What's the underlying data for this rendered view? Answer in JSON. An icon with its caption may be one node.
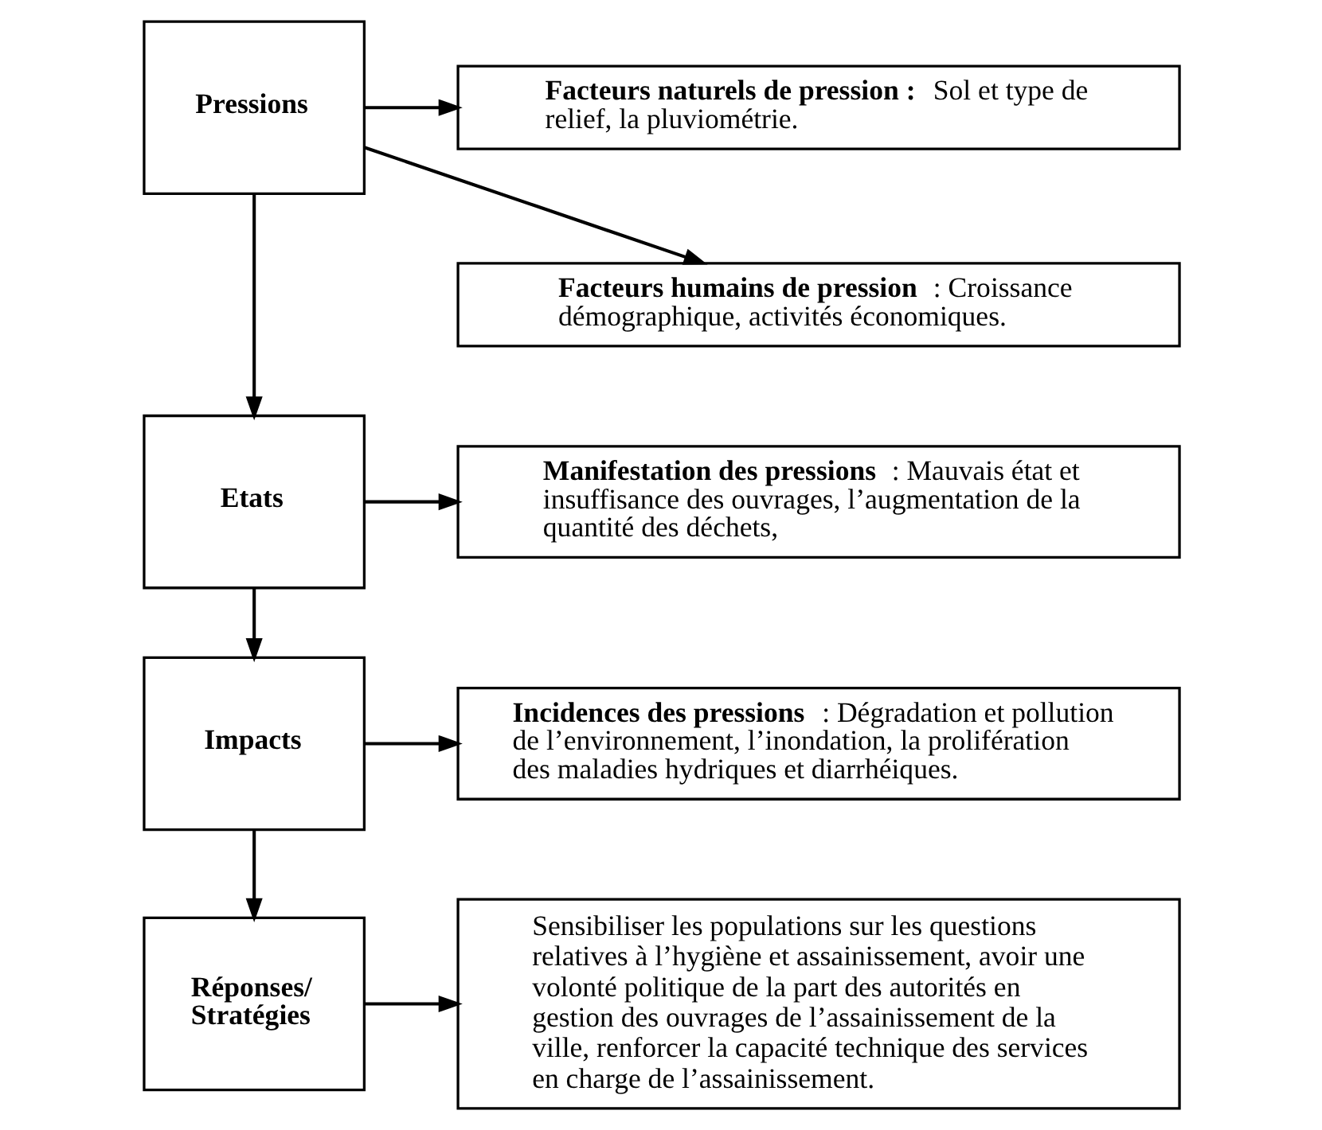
{
  "diagram": {
    "nodes": [
      {
        "text": [
          "**Pressions**"
        ]
      },
      {
        "text": [
          "**Facteurs naturels de pression :** Sol et type de relief, la pluviométrie."
        ]
      },
      {
        "text": [
          "**Facteurs humains de pression** : Croissance démographique, activités économiques."
        ]
      },
      {
        "text": [
          "**Etats**"
        ]
      },
      {
        "text": [
          "**Manifestation des pressions** : Mauvais état et insuffisance des ouvrages, l’augmentation de la quantité des déchets,"
        ]
      },
      {
        "text": [
          "**Impacts**"
        ]
      },
      {
        "text": [
          "**Incidences des pressions** : Dégradation et pollution de l’environnement, l’inondation, la prolifération des maladies hydriques et diarrhéiques."
        ]
      },
      {
        "text": [
          "**Réponses/ Stratégies**"
        ]
      },
      {
        "text": [
          "Sensibiliser les populations sur les questions relatives à l’hygiène et assainissement, avoir une volonté politique de la part des autorités en gestion des ouvrages de l’assainissement de la ville, renforcer la capacité technique des services en charge de l’assainissement."
        ]
      }
    ],
    "edges": [
      {
        "from": 0,
        "to": 1,
        "arrow": "to"
      },
      {
        "from": 0,
        "to": 2,
        "arrow": "to"
      },
      {
        "from": 0,
        "to": 3,
        "arrow": "to"
      },
      {
        "from": 3,
        "to": 4,
        "arrow": "to"
      },
      {
        "from": 3,
        "to": 5,
        "arrow": "to"
      },
      {
        "from": 5,
        "to": 6,
        "arrow": "to"
      },
      {
        "from": 5,
        "to": 7,
        "arrow": "to"
      },
      {
        "from": 7,
        "to": 8,
        "arrow": "to"
      }
    ]
  }
}
